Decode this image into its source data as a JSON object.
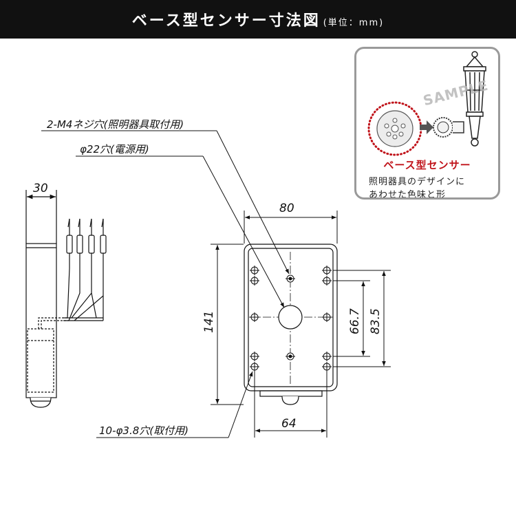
{
  "header": {
    "title": "ベース型センサー寸法図",
    "unit": "(単位：mm)"
  },
  "side_view": {
    "width_dim": "30"
  },
  "front_view": {
    "width_dim": "80",
    "height_dim": "141",
    "hole_spacing_inner": "66.7",
    "hole_spacing_outer": "83.5",
    "bottom_width_dim": "64"
  },
  "callouts": {
    "m4_holes": "2-M4ネジ穴(照明器具取付用)",
    "power_hole": "φ22穴(電源用)",
    "mount_holes": "10-φ3.8穴(取付用)"
  },
  "inset": {
    "watermark": "SAMPLE",
    "caption": "ベース型センサー",
    "description_line1": "照明器具のデザインに",
    "description_line2": "あわせた色味と形"
  },
  "colors": {
    "title_bg": "#111111",
    "accent_red": "#c0131a",
    "inset_border": "#9a9a9a"
  }
}
